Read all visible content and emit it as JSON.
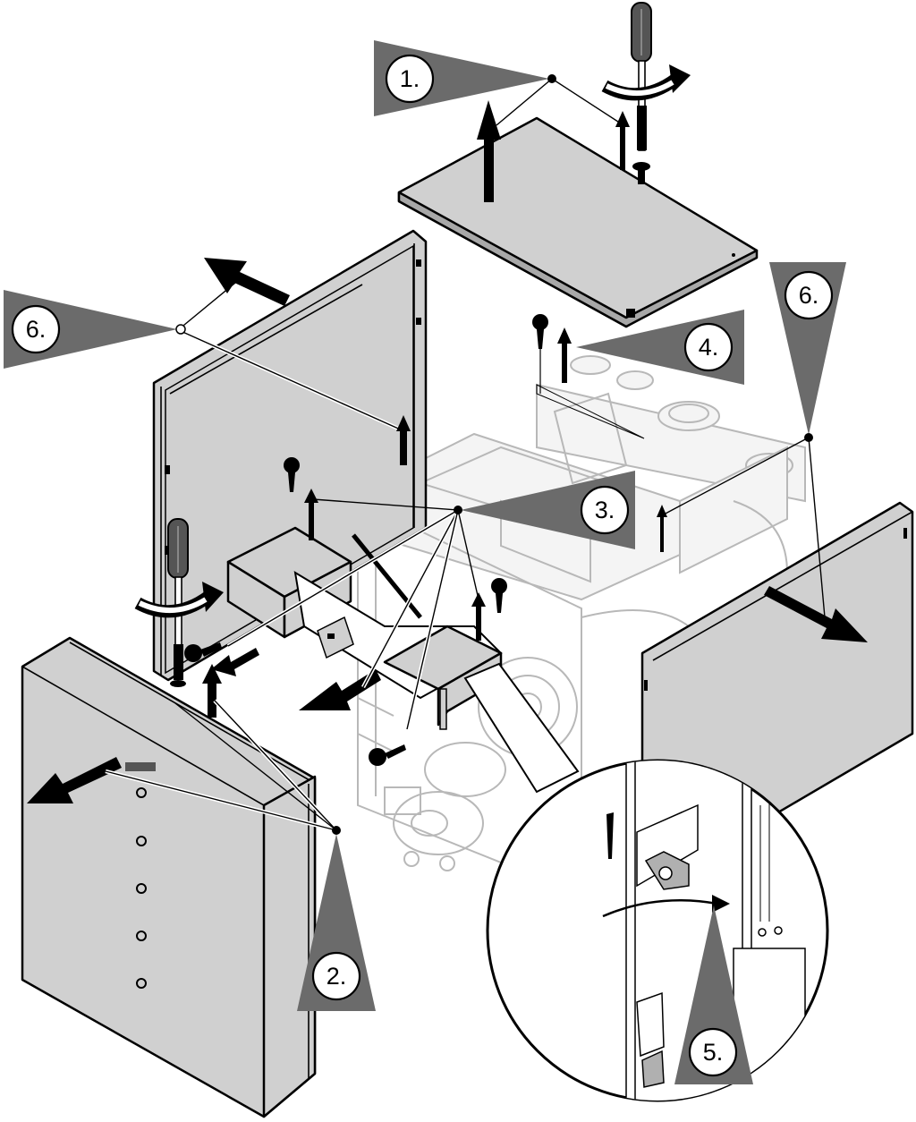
{
  "steps": [
    {
      "id": "step-1",
      "label": "1."
    },
    {
      "id": "step-2",
      "label": "2."
    },
    {
      "id": "step-3",
      "label": "3."
    },
    {
      "id": "step-4",
      "label": "4."
    },
    {
      "id": "step-5",
      "label": "5."
    },
    {
      "id": "step-6-left",
      "label": "6."
    },
    {
      "id": "step-6-right",
      "label": "6."
    }
  ],
  "colors": {
    "panel": "#d0d0d0",
    "callout": "#6b6b6b",
    "line": "#000000",
    "ghost": "#b8b8b8"
  },
  "icons": [
    "screwdriver-icon",
    "screw-icon",
    "rotate-arrow-icon",
    "direction-arrow-icon"
  ]
}
